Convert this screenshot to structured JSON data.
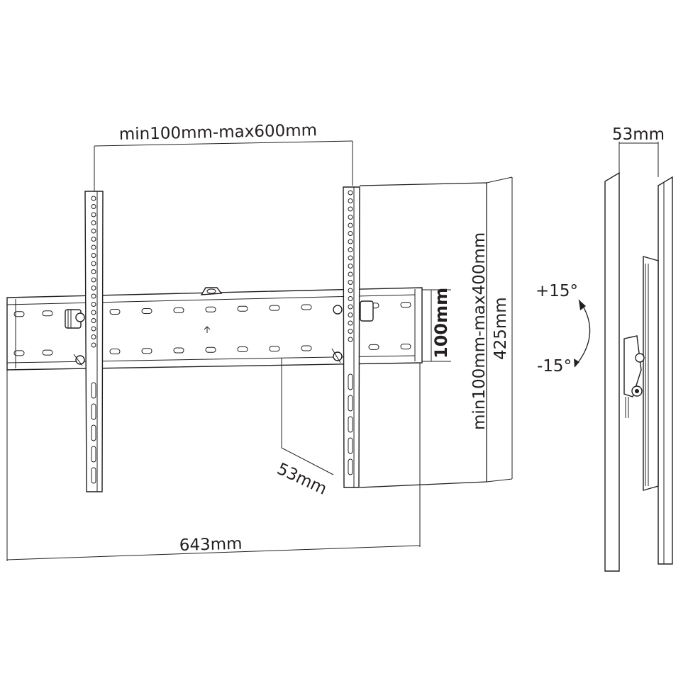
{
  "diagram": {
    "labels": {
      "vesa_width": "min100mm-max600mm",
      "vesa_height": "min100mm-max400mm",
      "rail_height": "100mm",
      "total_height": "425mm",
      "depth_front": "53mm",
      "depth_side": "53mm",
      "total_width": "643mm",
      "tilt_up": "+15°",
      "tilt_down": "-15°"
    },
    "colors": {
      "line": "#231f20",
      "background": "#ffffff"
    }
  }
}
